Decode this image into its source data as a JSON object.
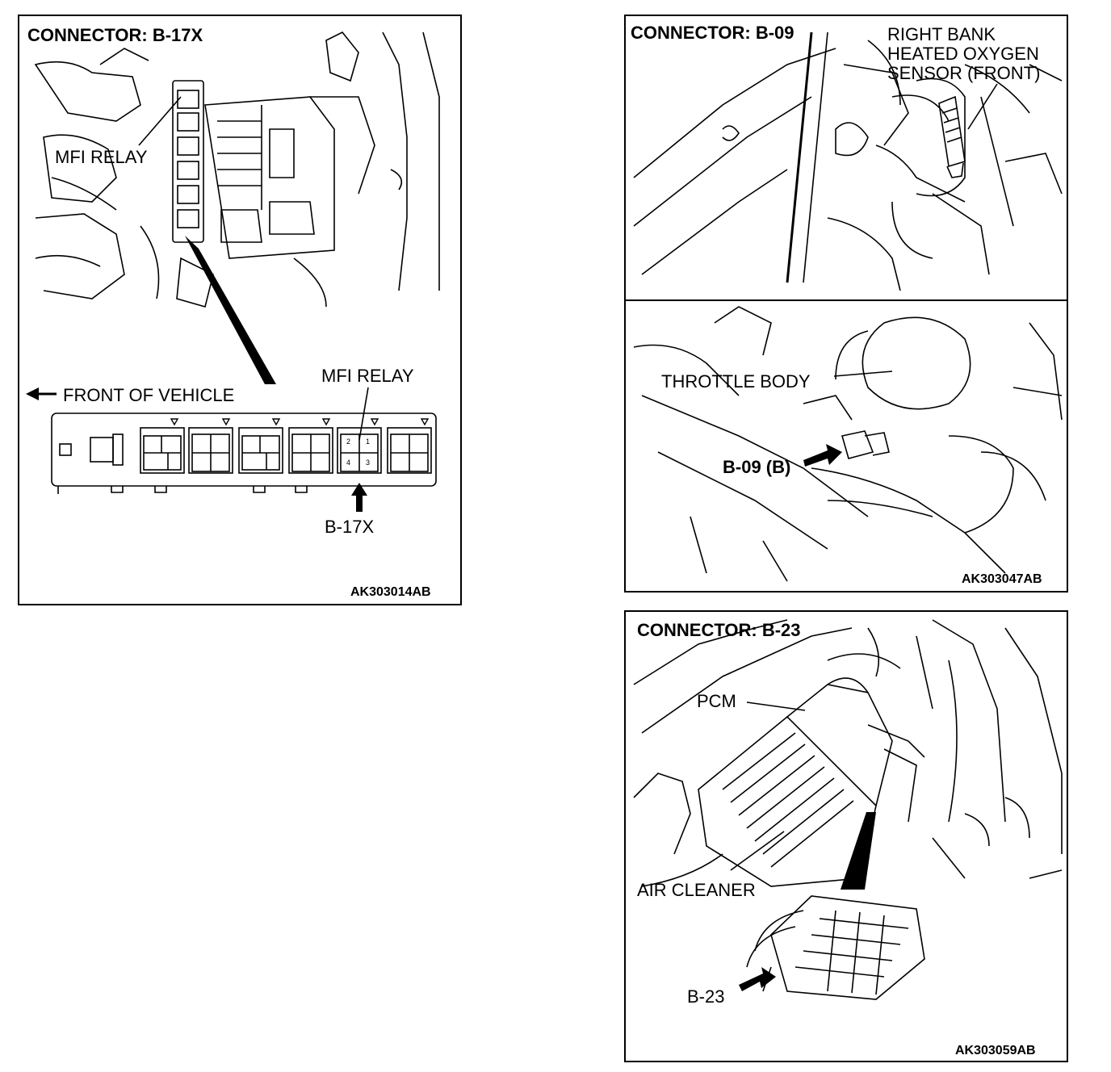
{
  "panels": {
    "b17x": {
      "title": "CONNECTOR: B-17X",
      "labels": {
        "mfi_relay_top": "MFI RELAY",
        "front_of_vehicle": "FRONT OF VEHICLE",
        "mfi_relay_bottom": "MFI RELAY",
        "connector": "B-17X"
      },
      "relay_pin_numbers": [
        "2",
        "1",
        "4",
        "3"
      ],
      "code": "AK303014AB"
    },
    "b09": {
      "title": "CONNECTOR: B-09",
      "labels": {
        "sensor_line1": "RIGHT BANK",
        "sensor_line2": "HEATED OXYGEN",
        "sensor_line3": "SENSOR (FRONT)",
        "throttle_body": "THROTTLE BODY",
        "connector": "B-09 (B)"
      },
      "code": "AK303047AB"
    },
    "b23": {
      "title": "CONNECTOR: B-23",
      "labels": {
        "pcm": "PCM",
        "air_cleaner": "AIR CLEANER",
        "connector": "B-23"
      },
      "code": "AK303059AB"
    }
  }
}
